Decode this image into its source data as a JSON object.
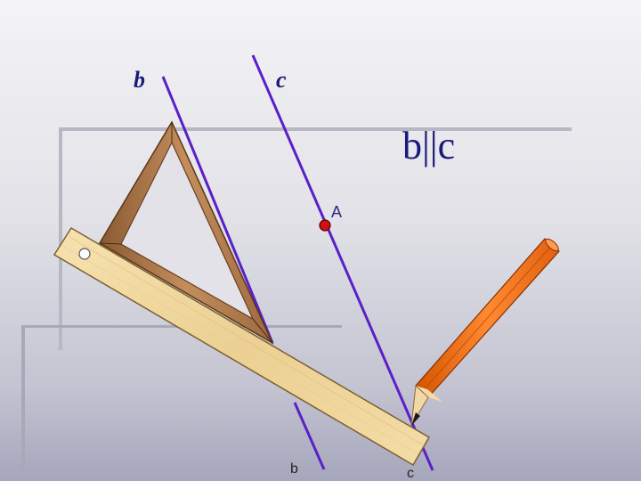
{
  "labels": {
    "line_b_top": "b",
    "line_c_top": "c",
    "title": "b||c",
    "point": "A",
    "line_b_bottom": "b",
    "line_c_bottom": "c"
  },
  "colors": {
    "line": "#5a20c8",
    "text": "#1a1a7a",
    "point": "#cc1111",
    "ruler": "#f0d9a0",
    "triangle": "#b07848",
    "pencil": "#f07020"
  }
}
